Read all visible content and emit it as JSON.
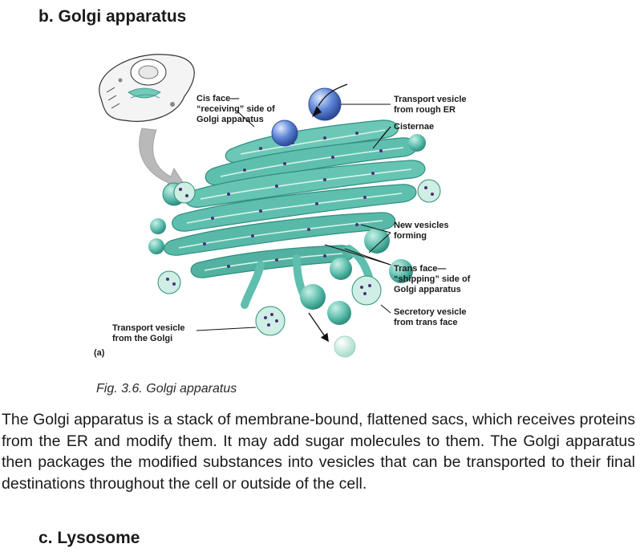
{
  "headings": {
    "golgi": "b. Golgi apparatus",
    "lysosome": "c. Lysosome"
  },
  "figure": {
    "labels": {
      "cis_1": "Cis face—",
      "cis_2": "“receiving” side of",
      "cis_3": "Golgi apparatus",
      "transport_er_1": "Transport vesicle",
      "transport_er_2": "from rough ER",
      "cisternae": "Cisternae",
      "new_vesicles_1": "New vesicles",
      "new_vesicles_2": "forming",
      "trans_1": "Trans face—",
      "trans_2": "“shipping” side of",
      "trans_3": "Golgi apparatus",
      "secretory_1": "Secretory vesicle",
      "secretory_2": "from trans face",
      "transport_golgi_1": "Transport vesicle",
      "transport_golgi_2": "from the Golgi",
      "panel": "(a)"
    },
    "colors": {
      "cisterna": "#5fbfae",
      "cisterna_dark": "#2f8f80",
      "vesicle_blue": "#4a6fc4",
      "cargo": "#4b2f7a"
    }
  },
  "caption": "Fig. 3.6. Golgi apparatus",
  "paragraph": "The Golgi apparatus is a stack of membrane-bound, flattened sacs, which receives proteins from the ER and modify them. It may add sugar molecules to them. The Golgi apparatus then packages the modified substances into vesicles that can be transported to their final destinations throughout the cell or outside of the cell."
}
